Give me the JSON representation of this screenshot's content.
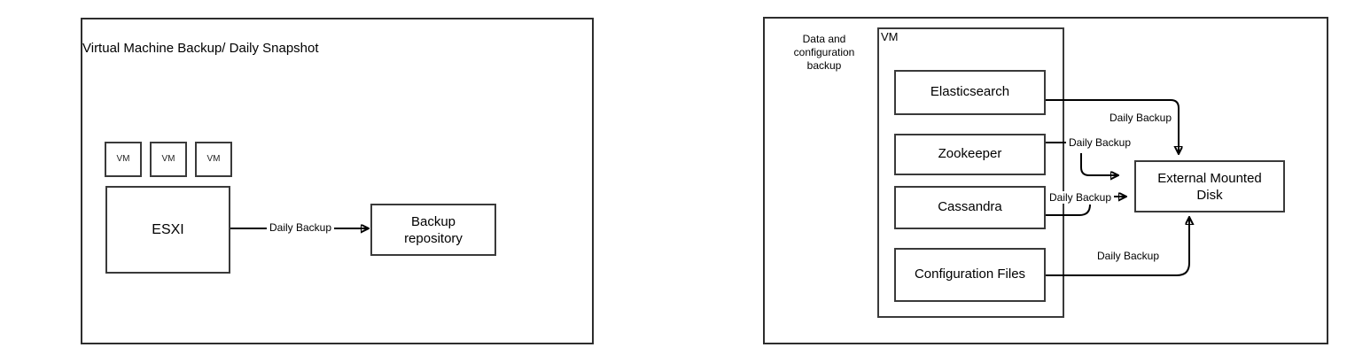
{
  "left_panel": {
    "title": "Virtual Machine Backup/ Daily Snapshot",
    "vm_boxes": [
      "VM",
      "VM",
      "VM"
    ],
    "esxi_label": "ESXI",
    "backup_repository_label": "Backup repository",
    "arrow_label": "Daily Backup"
  },
  "right_panel": {
    "title": "Data and configuration backup",
    "vm_container_label": "VM",
    "services": [
      "Elasticsearch",
      "Zookeeper",
      "Cassandra",
      "Configuration Files"
    ],
    "external_disk_label": "External Mounted Disk",
    "arrow_labels": [
      "Daily Backup",
      "Daily Backup",
      "Daily Backup",
      "Daily Backup"
    ]
  },
  "colors": {
    "background": "#ffffff",
    "panel_border": "#2d2d2d",
    "box_border": "#3a3a3a",
    "line": "#000000",
    "text": "#000000"
  }
}
